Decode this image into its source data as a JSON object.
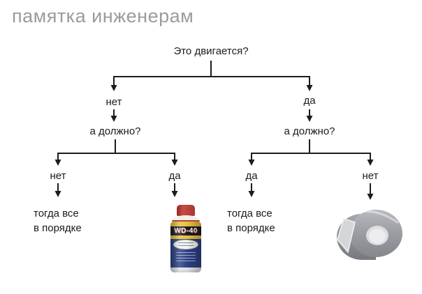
{
  "page": {
    "title": "памятка инженерам"
  },
  "flowchart": {
    "nodes": {
      "root_question": "Это двигается?",
      "level1_left_answer": "нет",
      "level1_right_answer": "да",
      "left_question": "а должно?",
      "right_question": "а должно?",
      "left_branch_no": "нет",
      "left_branch_yes": "да",
      "right_branch_yes": "да",
      "right_branch_no": "нет",
      "result_left": {
        "line1": "тогда все",
        "line2": "в порядке"
      },
      "result_mid": {
        "line1": "тогда все",
        "line2": "в порядке"
      }
    },
    "images": {
      "wd40_brand": "WD-40",
      "wd40_description": "wd40-spray-can",
      "duct_tape_description": "duct-tape-roll"
    }
  },
  "colors": {
    "background": "#ffffff",
    "title_gray": "#9b9b9b",
    "line_black": "#1c1c1c",
    "text_black": "#1b1b1b",
    "wd40_cap_red": "#b6423c",
    "wd40_body_blue": "#2b4086",
    "wd40_band_yellow": "#e6c23c",
    "wd40_band_dark": "#191a26",
    "duct_tape_gray": "#9a9ca2"
  }
}
